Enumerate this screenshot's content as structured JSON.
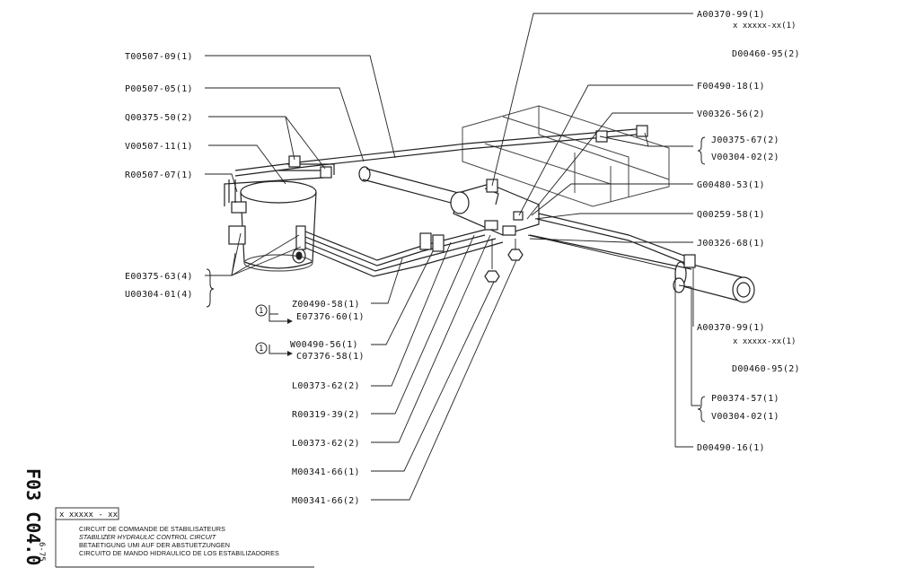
{
  "drawing_code": "F03 C04.0",
  "date_code": "6-75",
  "revision_box": "x xxxxx - xx",
  "titles": {
    "fr": "CIRCUIT DE COMMANDE DE STABILISATEURS",
    "en": "STABILIZER HYDRAULIC CONTROL CIRCUIT",
    "de": "BETAETIGUNG UMI AUF DER ABSTUETZUNGEN",
    "es": "CIRCUITO DE MANDO HIDRAULICO DE LOS ESTABILIZADORES"
  },
  "labels_left": {
    "l1": "T00507-09(1)",
    "l2": "P00507-05(1)",
    "l3": "Q00375-50(2)",
    "l4": "V00507-11(1)",
    "l5": "R00507-07(1)",
    "l6": "E00375-63(4)",
    "l7": "U00304-01(4)"
  },
  "labels_bottom": {
    "note1": "1",
    "b1": "Z00490-58(1)",
    "b2": "E07376-60(1)",
    "note2": "1",
    "b3": "W00490-56(1)",
    "b4": "C07376-58(1)",
    "b5": "L00373-62(2)",
    "b6": "R00319-39(2)",
    "b7": "L00373-62(2)",
    "b8": "M00341-66(1)",
    "b9": "M00341-66(2)"
  },
  "labels_right": {
    "r1": "A00370-99(1)",
    "r1b": "x xxxxx-xx(1)",
    "r2": "D00460-95(2)",
    "r3": "F00490-18(1)",
    "r4": "V00326-56(2)",
    "r5": "J00375-67(2)",
    "r6": "V00304-02(2)",
    "r7": "G00480-53(1)",
    "r8": "Q00259-58(1)",
    "r9": "J00326-68(1)",
    "r10": "A00370-99(1)",
    "r10b": "x xxxxx-xx(1)",
    "r11": "D00460-95(2)",
    "r12": "P00374-57(1)",
    "r13": "V00304-02(1)",
    "r14": "D00490-16(1)"
  }
}
